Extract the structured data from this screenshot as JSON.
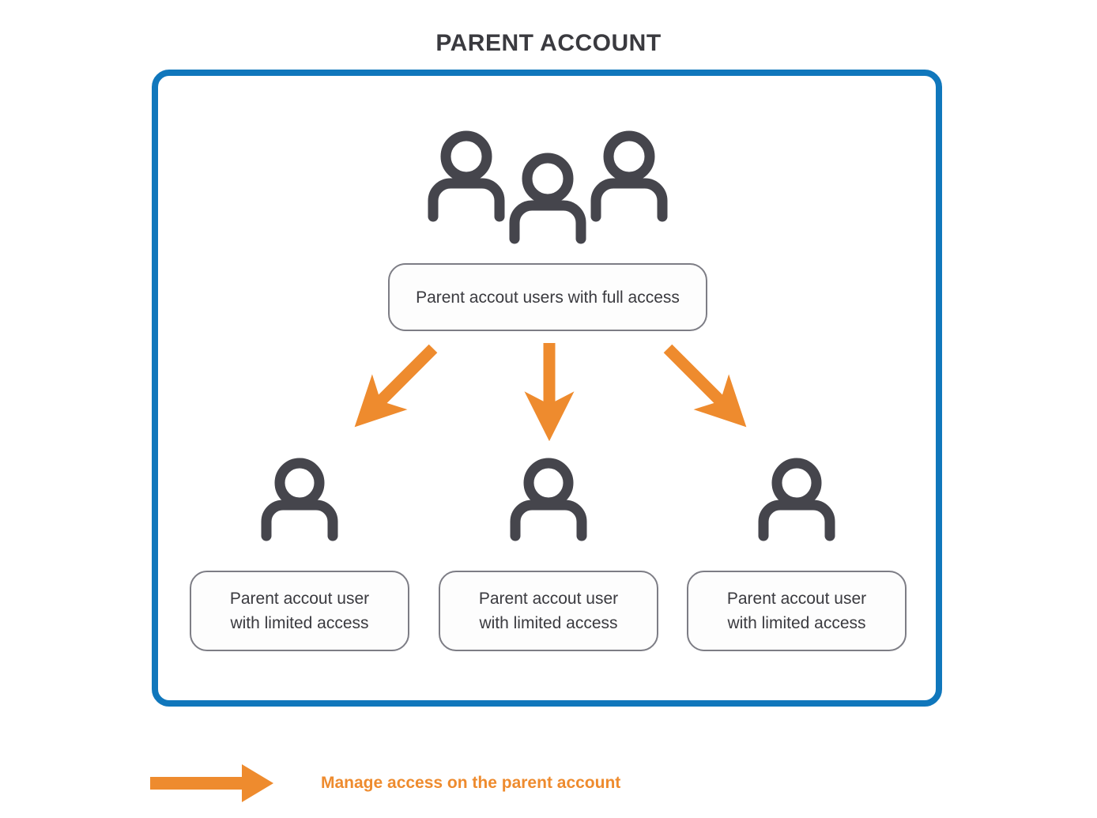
{
  "page": {
    "title": "PARENT ACCOUNT",
    "background": "#ffffff"
  },
  "colors": {
    "accent_blue": "#1077bc",
    "accent_orange": "#ee8b2e",
    "icon_gray": "#45454c",
    "box_border_gray": "#7d7d85",
    "text_gray": "#3a3a3f"
  },
  "container": {
    "name": "parent-account-box",
    "border_color": "#1077bc"
  },
  "top_group": {
    "icon": "three-people-icon",
    "label": "Parent accout users with full access"
  },
  "arrows": [
    {
      "name": "arrow-to-child-1",
      "direction": "down-left",
      "color": "#ee8b2e"
    },
    {
      "name": "arrow-to-child-2",
      "direction": "down",
      "color": "#ee8b2e"
    },
    {
      "name": "arrow-to-child-3",
      "direction": "down-right",
      "color": "#ee8b2e"
    }
  ],
  "children": [
    {
      "icon": "person-icon",
      "label": "Parent accout user\nwith limited access",
      "line1": "Parent accout user",
      "line2": "with limited access"
    },
    {
      "icon": "person-icon",
      "label": "Parent accout user\nwith limited access",
      "line1": "Parent accout user",
      "line2": "with limited access"
    },
    {
      "icon": "person-icon",
      "label": "Parent accout user\nwith limited access",
      "line1": "Parent accout user",
      "line2": "with limited access"
    }
  ],
  "legend": {
    "icon": "right-arrow-icon",
    "label": "Manage access on the parent account",
    "color": "#ee8b2e"
  }
}
